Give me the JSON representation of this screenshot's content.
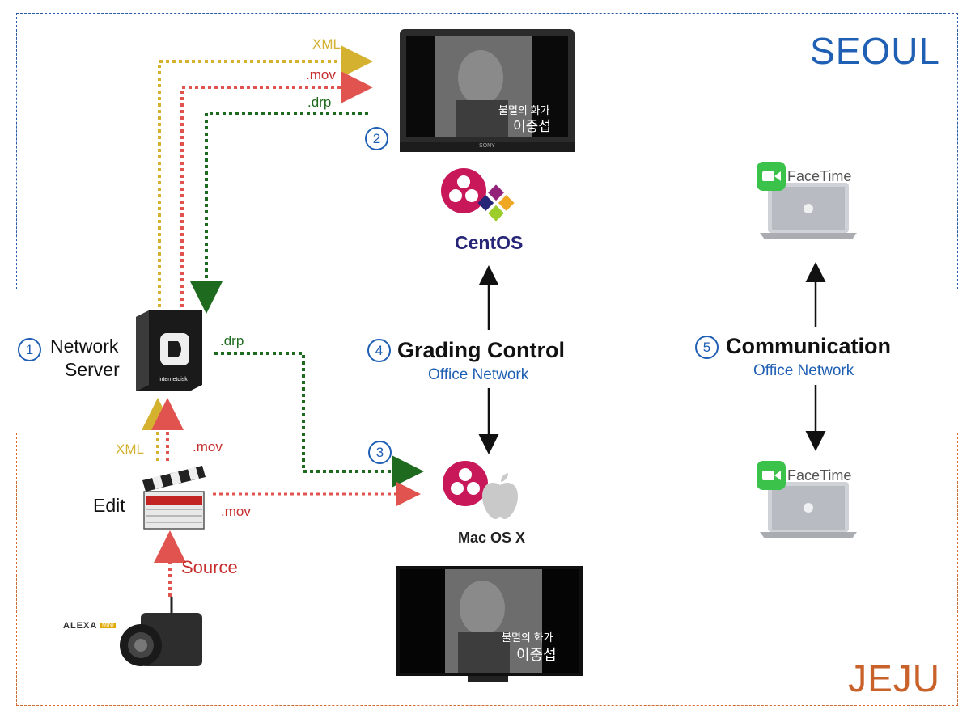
{
  "regions": {
    "seoul": "SEOUL",
    "jeju": "JEJU"
  },
  "nodes": {
    "network_server": {
      "num": "1",
      "label_line1": "Network",
      "label_line2": "Server",
      "box_text": "internetdisk"
    },
    "monitor_seoul": {
      "num": "2",
      "caption_line1": "불멸의 화가",
      "caption_line2": "이중섭",
      "brand": "SONY"
    },
    "grading_station_jeju": {
      "num": "3",
      "os": "Mac OS X"
    },
    "grading_control": {
      "num": "4",
      "title": "Grading Control",
      "subtitle": "Office Network"
    },
    "communication": {
      "num": "5",
      "title": "Communication",
      "subtitle": "Office Network"
    },
    "centos": {
      "os": "CentOS"
    },
    "edit": {
      "label": "Edit"
    },
    "camera": {
      "brand": "ALEXA",
      "badge": "MINI"
    },
    "facetime_seoul": {
      "app": "FaceTime"
    },
    "facetime_jeju": {
      "app": "FaceTime"
    },
    "tv_jeju": {
      "caption_line1": "불멸의 화가",
      "caption_line2": "이중섭"
    }
  },
  "flows": {
    "xml_top": "XML",
    "mov_top": ".mov",
    "drp_top": ".drp",
    "drp_mid": ".drp",
    "xml_edit": "XML",
    "mov_edit": ".mov",
    "mov_to_mac": ".mov",
    "source": "Source"
  },
  "colors": {
    "xml": "#d4b22f",
    "mov": "#e0534e",
    "drp": "#1e6a1e",
    "seoul": "#1f5fb4",
    "jeju": "#c9622a",
    "resolve": "#c8185a"
  },
  "icons": [
    "davinci-resolve-icon",
    "centos-logo-icon",
    "apple-logo-icon",
    "facetime-icon",
    "laptop-icon",
    "clapperboard-icon",
    "camera-icon",
    "server-box-icon",
    "monitor-icon",
    "tv-icon"
  ]
}
